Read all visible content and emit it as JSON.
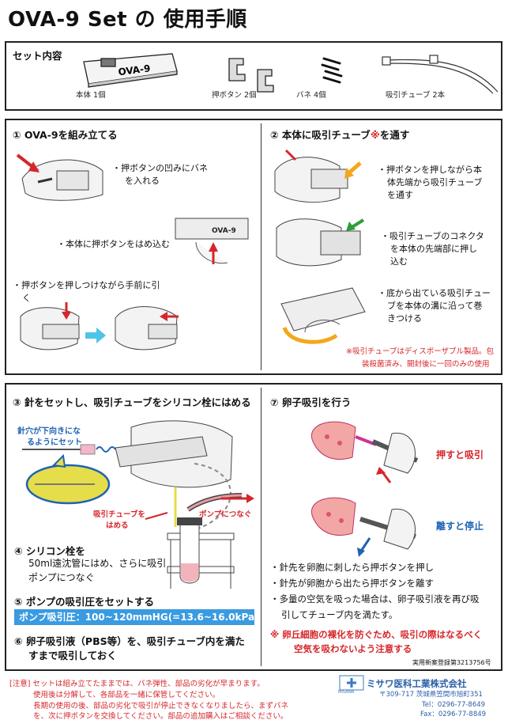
{
  "title": "OVA-9 Set の 使用手順",
  "kit": {
    "heading": "セット内容",
    "items": [
      {
        "label": "本体 1個"
      },
      {
        "label": "押ボタン 2個"
      },
      {
        "label": "バネ 4個"
      },
      {
        "label": "吸引チューブ 2本"
      }
    ],
    "device_marking": "OVA-9"
  },
  "step1": {
    "heading": "①  OVA-9を組み立てる",
    "notes": [
      "・押ボタンの凹みにバネ",
      "を入れる",
      "・本体に押ボタンをはめ込む",
      "・押ボタンを押しつけながら手前に引",
      "く"
    ]
  },
  "step2": {
    "heading_a": "②  本体に吸引チューブ",
    "heading_mark": "※",
    "heading_b": "を通す",
    "notes": [
      "・押ボタンを押しながら本",
      "体先端から吸引チューブ",
      "を通す",
      "・吸引チューブのコネクタ",
      "を本体の先端部に押し",
      "込む",
      "・底から出ている吸引チュー",
      "ブを本体の溝に沿って巻",
      "きつける"
    ],
    "footnote": [
      "※吸引チューブはディスポーザブル製品。包",
      "装殺菌済み、開封後に一回のみの使用"
    ]
  },
  "step3": {
    "heading": "③  針をセットし、吸引チューブをシリコン栓にはめる",
    "needle_note": [
      "針穴が下向きにな",
      "るようにセット"
    ],
    "tube_label": [
      "吸引チューブを",
      "はめる"
    ],
    "pump_label": "ポンプにつなぐ"
  },
  "step4": {
    "heading": "④  シリコン栓を",
    "lines": [
      "50ml遠沈管にはめ、さらに吸引",
      "ポンプにつなぐ"
    ]
  },
  "step5": {
    "heading": "⑤  ポンプの吸引圧をセットする",
    "bar": "ポンプ吸引圧：100~120mmHG(=13.6~16.0kPa)"
  },
  "step6": {
    "heading": "⑥  卵子吸引液（PBS等）を、吸引チューブ内を満た",
    "line2": "すまで吸引しておく"
  },
  "step7": {
    "heading": "⑦  卵子吸引を行う",
    "label_press": "押すと吸引",
    "label_release": "離すと停止",
    "notes": [
      "・針先を卵胞に刺したら押ボタンを押し",
      "・針先が卵胞から出たら押ボタンを離す",
      "・多量の空気を吸った場合は、卵子吸引液を再び吸",
      "引してチューブ内を満たす。"
    ],
    "warning": [
      "※  卵丘細胞の裸化を防ぐため、吸引の際はなるべく",
      "空気を吸わないよう注意する"
    ],
    "patent": "実用新案登録第3213756号"
  },
  "footer": {
    "notice": [
      "[注意] セットは組み立てたままでは、バネ弾性、部品の劣化が早まります。",
      "使用後は分解して、各部品を一緒に保管してください。",
      "長期の使用の後、部品の劣化で吸引が停止できなくなりましたら、まずバネ",
      "を、次に押ボタンを交換してください。部品の追加購入はご相談ください。"
    ],
    "company": {
      "logo_text": "MISAWA",
      "name": "ミサワ医科工業株式会社",
      "address": "〒309-717 茨城県笠間市旭町351",
      "tel": "Tel：0296-77-8649",
      "fax": "Fax：0296-77-8849"
    }
  },
  "colors": {
    "accent_red": "#d6262b",
    "accent_blue": "#1e63b4",
    "bar_blue": "#3a9be0",
    "green_arrow": "#2e9e3a",
    "orange_arrow": "#f2a81c"
  }
}
